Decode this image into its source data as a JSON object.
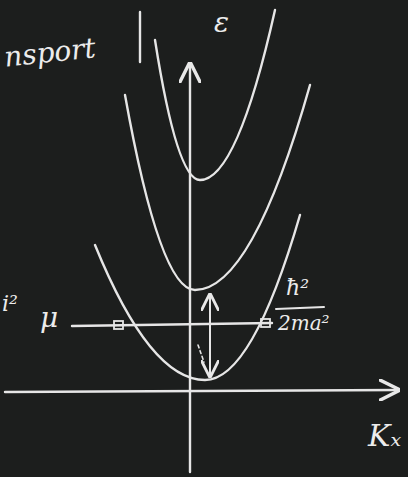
{
  "diagram": {
    "labels": [
      "nsport",
      "ε",
      "i²",
      "μ",
      "ħ²",
      "2ma²",
      "Kₓ"
    ]
  }
}
